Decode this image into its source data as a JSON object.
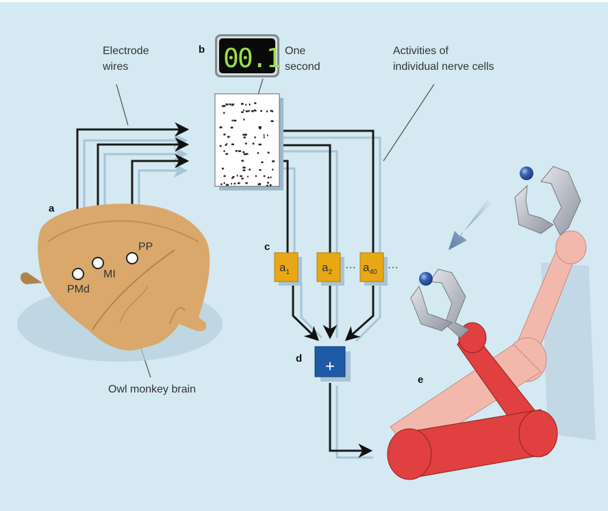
{
  "figure": {
    "panels": {
      "a": "a",
      "b": "b",
      "c": "c",
      "d": "d",
      "e": "e"
    },
    "labels": {
      "electrode_wires_1": "Electrode",
      "electrode_wires_2": "wires",
      "one_second_1": "One",
      "one_second_2": "second",
      "activities_1": "Activities of",
      "activities_2": "individual nerve cells",
      "brain": "Owl monkey brain"
    },
    "timer_display": "00.1",
    "electrode_sites": [
      "PMd",
      "MI",
      "PP"
    ],
    "weights": [
      {
        "base": "a",
        "sub": "1"
      },
      {
        "base": "a",
        "sub": "2"
      },
      {
        "base": "a",
        "sub": "40"
      }
    ],
    "ellipsis": "···",
    "summation_symbol": "+",
    "colors": {
      "background": "#d4e9f2",
      "weight_box": "#e8a815",
      "sum_box": "#1f5aa6",
      "brain": "#d9a86a",
      "robot_arm_active": "#e04040",
      "robot_arm_ghost": "#f3b8ac",
      "gripper": "#b8bcc6",
      "ball": "#3a64b8",
      "display_digits": "#9be04a"
    }
  }
}
